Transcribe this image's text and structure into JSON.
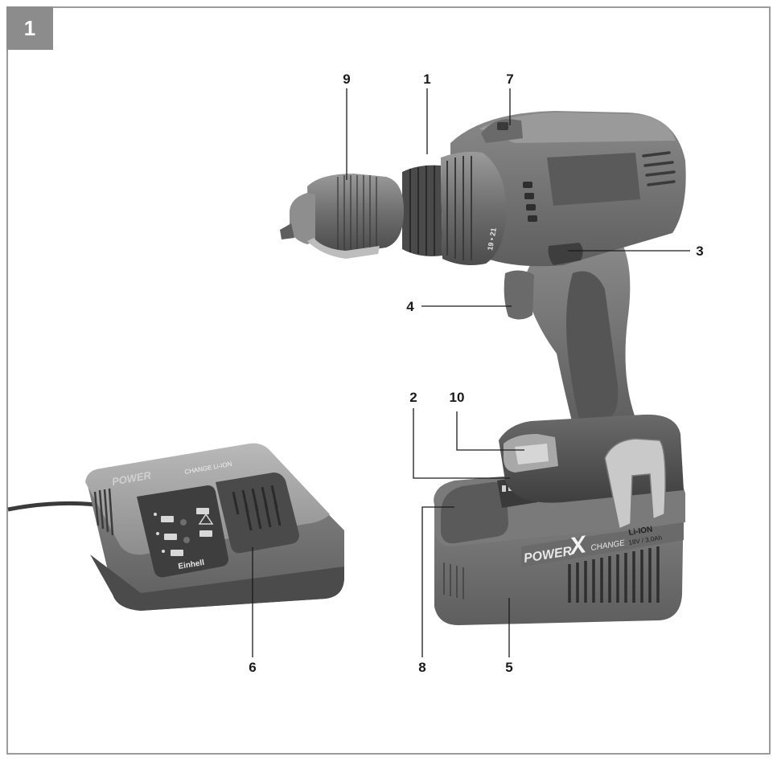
{
  "figure": {
    "number": "1",
    "callouts": {
      "c1": "1",
      "c2": "2",
      "c3": "3",
      "c4": "4",
      "c5": "5",
      "c6": "6",
      "c7": "7",
      "c8": "8",
      "c9": "9",
      "c10": "10"
    }
  },
  "device_print": {
    "battery_brand_power": "POWER",
    "battery_brand_x": "X",
    "battery_brand_change": "CHANGE",
    "battery_spec_line1": "Li-ION",
    "battery_spec_line2": "18V / 3,0Ah",
    "charger_brand_power": "POWER",
    "charger_brand_change": "CHANGE  Li-ION",
    "charger_logo": "Einhell",
    "torque_ring_text": "19 • 21"
  }
}
